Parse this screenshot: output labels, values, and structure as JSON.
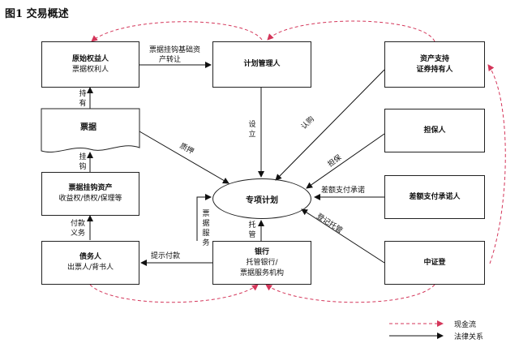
{
  "figure_title": "图1 交易概述",
  "nodes": {
    "originator": {
      "line1": "原始权益人",
      "line2": "票据权利人"
    },
    "plan_manager": {
      "line1": "计划管理人"
    },
    "abs_holder": {
      "line1": "资产支持",
      "line2": "证券持有人"
    },
    "bill": {
      "line1": "票据"
    },
    "guarantor": {
      "line1": "担保人"
    },
    "bill_linked_assets": {
      "line1": "票据挂钩资产",
      "line2": "收益权/债权/保理等"
    },
    "special_plan": {
      "line1": "专项计划"
    },
    "shortfall_provider": {
      "line1": "差额支付承诺人"
    },
    "debtor": {
      "line1": "债务人",
      "line2": "出票人/背书人"
    },
    "bank": {
      "line1": "银行",
      "line2": "托管银行/",
      "line3": "票据服务机构"
    },
    "csdc": {
      "line1": "中证登"
    }
  },
  "edge_labels": {
    "transfer": "票据挂钩基础资",
    "transfer2": "产转让",
    "hold": "持有",
    "link": "挂钩",
    "pledge": "质押",
    "establish": "设立",
    "subscribe": "认购",
    "guarantee": "担保",
    "shortfall": "差额支付承诺",
    "payment_obligation": "付款义务",
    "bill_service": "票据服务",
    "custody": "托管",
    "present_payment": "提示付款",
    "registration": "登记托管"
  },
  "legend": {
    "cash_flow": "现金流",
    "legal_relation": "法律关系"
  },
  "colors": {
    "cash_flow": "#d4365a",
    "legal": "#111111"
  }
}
